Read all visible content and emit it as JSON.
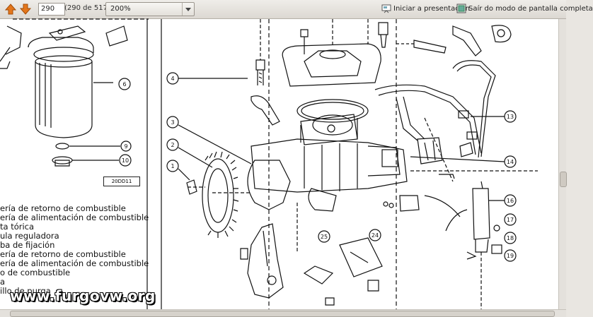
{
  "toolbar": {
    "page_value": "290",
    "page_count": "(290 de 517)",
    "zoom": "200%",
    "presentation_label": "Iniciar a presentación",
    "fullscreen_label": "Saír do modo de pantalla completa"
  },
  "document": {
    "callouts": [
      "1",
      "2",
      "3",
      "4",
      "6",
      "9",
      "10",
      "13",
      "14",
      "16",
      "17",
      "18",
      "19",
      "24",
      "25"
    ],
    "code_label": "20DD11",
    "legend": [
      "ería de retorno de combustible",
      "ería de alimentación de combustible",
      "ta tórica",
      "ula reguladora",
      "ba de fijación",
      "ería de retorno de combustible",
      "ería de alimentación de combustible",
      "o de combustible",
      "a",
      "illo de purga"
    ],
    "watermark": "www.furgovw.org"
  }
}
